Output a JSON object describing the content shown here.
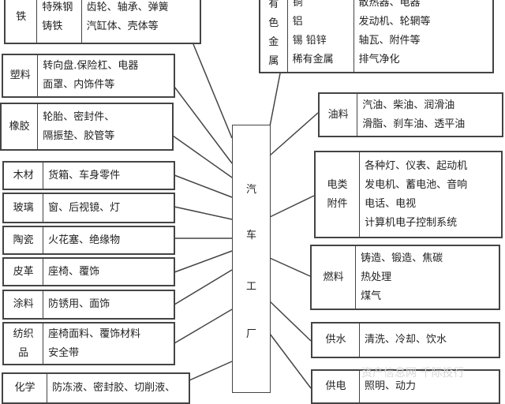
{
  "center": {
    "chars": [
      "汽",
      "车",
      "工",
      "厂"
    ]
  },
  "left_boxes": [
    {
      "name": "iron",
      "columns": [
        [
          "铁"
        ],
        [
          "特殊钢",
          "铸铁"
        ],
        [
          "齿轮、轴承、弹簧",
          "汽缸体、壳体等"
        ]
      ]
    },
    {
      "name": "plastic",
      "columns": [
        [
          "塑料"
        ],
        [
          "转向盘.保险杠、电器",
          "面罩、内饰件等"
        ]
      ]
    },
    {
      "name": "rubber",
      "columns": [
        [
          "橡胶"
        ],
        [
          "轮胎、密封件、",
          "隔振垫、胶管等"
        ]
      ]
    },
    {
      "name": "wood",
      "columns": [
        [
          "木材"
        ],
        [
          "货箱、车身零件"
        ]
      ]
    },
    {
      "name": "glass",
      "columns": [
        [
          "玻璃"
        ],
        [
          "窗、后视镜、灯"
        ]
      ]
    },
    {
      "name": "ceramic",
      "columns": [
        [
          "陶瓷"
        ],
        [
          "火花塞、绝缘物"
        ]
      ]
    },
    {
      "name": "leather",
      "columns": [
        [
          "皮革"
        ],
        [
          "座椅、覆饰"
        ]
      ]
    },
    {
      "name": "paint",
      "columns": [
        [
          "涂料"
        ],
        [
          "防锈用、面饰"
        ]
      ]
    },
    {
      "name": "textile",
      "columns": [
        [
          "纺织",
          "品"
        ],
        [
          "座椅面料、覆饰材料",
          "安全带"
        ]
      ]
    },
    {
      "name": "chemical",
      "columns": [
        [
          "化学"
        ],
        [
          "防冻液、密封胶、切削液、"
        ]
      ]
    }
  ],
  "right_boxes": [
    {
      "name": "nonferrous-metal",
      "columns": [
        [
          "有",
          "色",
          "金",
          "属"
        ],
        [
          "铜",
          "铝",
          "锡 铅锌",
          "稀有金属"
        ],
        [
          "散热器、电器",
          "发动机、轮辋等",
          "轴瓦、附件等",
          "排气净化"
        ]
      ]
    },
    {
      "name": "oil",
      "columns": [
        [
          "油料"
        ],
        [
          "汽油、柴油、润滑油",
          "滑脂、刹车油、透平油"
        ]
      ]
    },
    {
      "name": "electrical",
      "columns": [
        [
          "电类",
          "附件"
        ],
        [
          "各种灯、仪表、起动机",
          "发电机、蓄电池、音响",
          "电话、电视",
          "计算机电子控制系统"
        ]
      ]
    },
    {
      "name": "fuel",
      "columns": [
        [
          "燃料"
        ],
        [
          "铸造、锻造、焦碳",
          "热处理",
          "煤气"
        ]
      ]
    },
    {
      "name": "water-supply",
      "columns": [
        [
          "供水"
        ],
        [
          "清洗、冷却、饮水"
        ]
      ]
    },
    {
      "name": "power-supply",
      "columns": [
        [
          "供电"
        ],
        [
          "照明、动力"
        ]
      ]
    }
  ],
  "watermark": "资产信息网 千际投行"
}
